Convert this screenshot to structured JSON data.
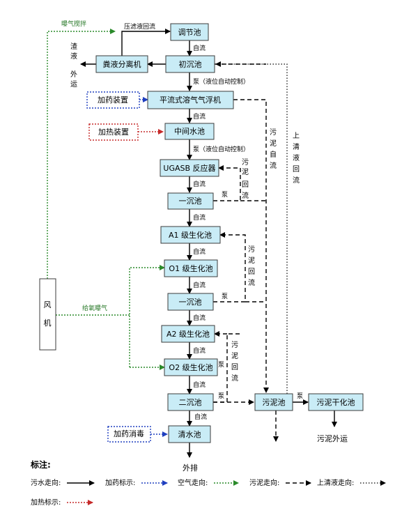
{
  "boxes": {
    "tiaojie": "调节池",
    "chuchen": "初沉池",
    "fenli": "粪液分离机",
    "qifu": "平流式溶气气浮机",
    "zhongjian": "中间水池",
    "ugasb": "UGASB 反应器",
    "yichen1": "一沉池",
    "a1": "A1 级生化池",
    "o1": "O1 级生化池",
    "yichen2": "一沉池",
    "a2": "A2 级生化池",
    "o2": "O2 级生化池",
    "erchen": "二沉池",
    "qingshui": "清水池",
    "wuni": "污泥池",
    "wunigan": "污泥干化池"
  },
  "side_boxes": {
    "jiayao1": "加药装置",
    "jiare": "加热装置",
    "jiayao2": "加药消毒"
  },
  "fengji": [
    "风",
    "机"
  ],
  "labels": {
    "puqi": "曝气搅拌",
    "yalv": "压滤液回流",
    "zhayan": [
      "渣",
      "液",
      "外",
      "运"
    ],
    "ziliu": "自流",
    "beng_ye": "泵（液位自动控制）",
    "beng_ye2": "泵（液位自动控制）",
    "beng": "泵",
    "wuni_ziliu": [
      "污",
      "泥",
      "自",
      "流"
    ],
    "shangqing": [
      "上",
      "清",
      "液",
      "回",
      "流"
    ],
    "wuni_huiliu": [
      "污",
      "泥",
      "回",
      "流"
    ],
    "gei_yang": "给氧曝气",
    "waipai": "外排",
    "wuni_waiyun": "污泥外运"
  },
  "legend": {
    "title": "标注:",
    "wushui": "污水走向:",
    "jiayao": "加药标示:",
    "kongqi": "空气走向:",
    "wuni": "污泥走向:",
    "shangqing": "上清液走向:",
    "jiare": "加热标示:"
  },
  "colors": {
    "box_fill": "#c9ecf6",
    "air": "#2a8a2a",
    "drug": "#1f3fbf",
    "heat": "#c62a2a"
  }
}
